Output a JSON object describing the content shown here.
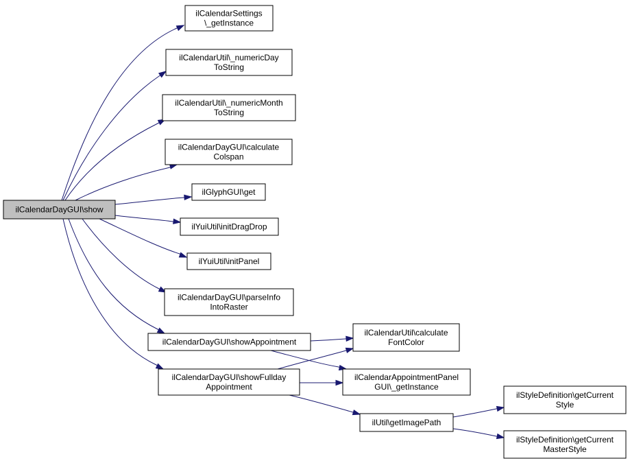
{
  "graph": {
    "nodes": [
      {
        "id": "show",
        "lines": [
          "ilCalendarDayGUI\\show"
        ],
        "root": true
      },
      {
        "id": "settings",
        "lines": [
          "ilCalendarSettings",
          "\\_getInstance"
        ]
      },
      {
        "id": "numday",
        "lines": [
          "ilCalendarUtil\\_numericDay",
          "ToString"
        ]
      },
      {
        "id": "nummonth",
        "lines": [
          "ilCalendarUtil\\_numericMonth",
          "ToString"
        ]
      },
      {
        "id": "colspan",
        "lines": [
          "ilCalendarDayGUI\\calculate",
          "Colspan"
        ]
      },
      {
        "id": "glyph",
        "lines": [
          "ilGlyphGUI\\get"
        ]
      },
      {
        "id": "dragdrop",
        "lines": [
          "ilYuiUtil\\initDragDrop"
        ]
      },
      {
        "id": "panel",
        "lines": [
          "ilYuiUtil\\initPanel"
        ]
      },
      {
        "id": "parseinfo",
        "lines": [
          "ilCalendarDayGUI\\parseInfo",
          "IntoRaster"
        ]
      },
      {
        "id": "showappt",
        "lines": [
          "ilCalendarDayGUI\\showAppointment"
        ]
      },
      {
        "id": "showfull",
        "lines": [
          "ilCalendarDayGUI\\showFullday",
          "Appointment"
        ]
      },
      {
        "id": "fontcolor",
        "lines": [
          "ilCalendarUtil\\calculate",
          "FontColor"
        ]
      },
      {
        "id": "apptpanel",
        "lines": [
          "ilCalendarAppointmentPanel",
          "GUI\\_getInstance"
        ]
      },
      {
        "id": "imagepath",
        "lines": [
          "ilUtil\\getImagePath"
        ]
      },
      {
        "id": "curstyle",
        "lines": [
          "ilStyleDefinition\\getCurrent",
          "Style"
        ]
      },
      {
        "id": "curmaster",
        "lines": [
          "ilStyleDefinition\\getCurrent",
          "MasterStyle"
        ]
      }
    ],
    "edges": [
      {
        "from": "show",
        "to": "settings"
      },
      {
        "from": "show",
        "to": "numday"
      },
      {
        "from": "show",
        "to": "nummonth"
      },
      {
        "from": "show",
        "to": "colspan"
      },
      {
        "from": "show",
        "to": "glyph"
      },
      {
        "from": "show",
        "to": "dragdrop"
      },
      {
        "from": "show",
        "to": "panel"
      },
      {
        "from": "show",
        "to": "parseinfo"
      },
      {
        "from": "show",
        "to": "showappt"
      },
      {
        "from": "show",
        "to": "showfull"
      },
      {
        "from": "showappt",
        "to": "fontcolor"
      },
      {
        "from": "showappt",
        "to": "apptpanel"
      },
      {
        "from": "showfull",
        "to": "fontcolor"
      },
      {
        "from": "showfull",
        "to": "apptpanel"
      },
      {
        "from": "showfull",
        "to": "imagepath"
      },
      {
        "from": "imagepath",
        "to": "curstyle"
      },
      {
        "from": "imagepath",
        "to": "curmaster"
      }
    ],
    "colors": {
      "edge": "#191970",
      "node_border": "#000000",
      "root_fill": "#bfbfbf",
      "node_fill": "#ffffff"
    }
  }
}
